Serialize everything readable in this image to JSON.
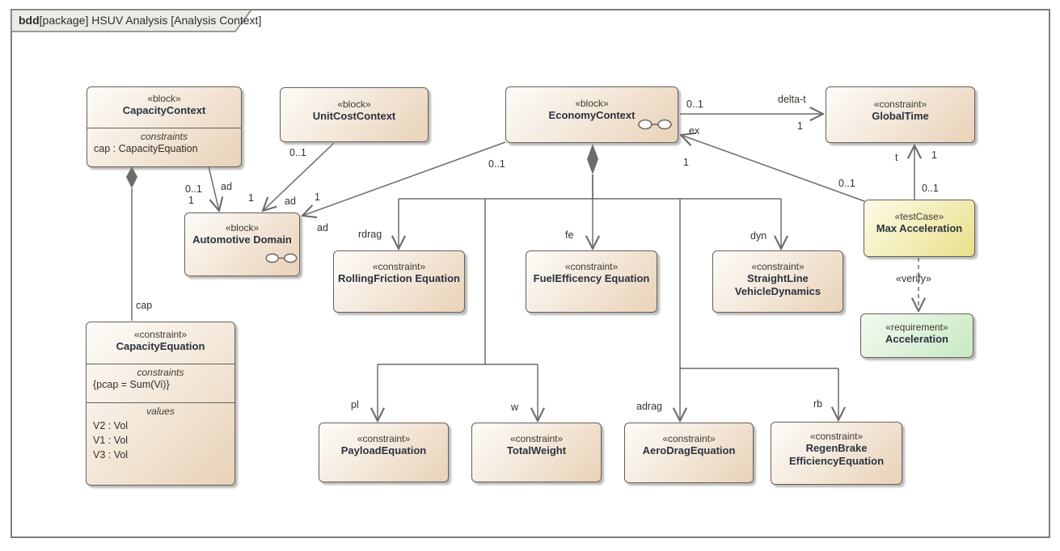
{
  "frame": {
    "keyword": "bdd",
    "title": "[package] HSUV Analysis [Analysis Context]"
  },
  "nodes": {
    "capacity_context": {
      "stereotype": "«block»",
      "name": "CapacityContext",
      "compartment_label": "constraints",
      "item": "cap : CapacityEquation"
    },
    "unit_cost_context": {
      "stereotype": "«block»",
      "name": "UnitCostContext"
    },
    "economy_context": {
      "stereotype": "«block»",
      "name": "EconomyContext"
    },
    "global_time": {
      "stereotype": "«constraint»",
      "name": "GlobalTime"
    },
    "automotive_domain": {
      "stereotype": "«block»",
      "name": "Automotive Domain"
    },
    "rolling_friction": {
      "stereotype": "«constraint»",
      "name": "RollingFriction Equation"
    },
    "fuel_efficency": {
      "stereotype": "«constraint»",
      "name": "FuelEfficency Equation"
    },
    "straight_line": {
      "stereotype": "«constraint»",
      "name": "StraightLine\nVehicleDynamics"
    },
    "max_acceleration": {
      "stereotype": "«testCase»",
      "name": "Max Acceleration"
    },
    "acceleration": {
      "stereotype": "«requirement»",
      "name": "Acceleration"
    },
    "capacity_equation": {
      "stereotype": "«constraint»",
      "name": "CapacityEquation",
      "constraints_label": "constraints",
      "constraint_expr": "{pcap = Sum(Vi)}",
      "values_label": "values",
      "values": [
        "V2 : Vol",
        "V1 : Vol",
        "V3 : Vol"
      ]
    },
    "payload_equation": {
      "stereotype": "«constraint»",
      "name": "PayloadEquation"
    },
    "total_weight": {
      "stereotype": "«constraint»",
      "name": "TotalWeight"
    },
    "aero_drag": {
      "stereotype": "«constraint»",
      "name": "AeroDragEquation"
    },
    "regen_brake": {
      "stereotype": "«constraint»",
      "name": "RegenBrake\nEfficiencyEquation"
    }
  },
  "labels": {
    "capctx_ad_mult_src": "0..1",
    "capctx_ad_mult_tgt": "1",
    "capctx_ad_role": "ad",
    "unitcost_mult_src": "0..1",
    "unitcost_ad_mult": "1",
    "unitcost_ad_role": "ad",
    "economy_ad_mult_src": "0..1",
    "economy_ad_mult": "1",
    "economy_ad_role": "ad",
    "globaltime_mult_src": "0..1",
    "globaltime_role": "delta-t",
    "globaltime_mult": "1",
    "ex_role": "ex",
    "ex_mult": "1",
    "ex_mult_src": "0..1",
    "t_role": "t",
    "t_mult": "1",
    "t_mult_src": "0..1",
    "verify": "«verify»",
    "cap_role": "cap",
    "rdrag": "rdrag",
    "fe": "fe",
    "dyn": "dyn",
    "pl": "pl",
    "w": "w",
    "adrag": "adrag",
    "rb": "rb"
  },
  "colors": {
    "block_fill_start": "#fdfcf9",
    "block_fill_end": "#e9d2b8",
    "testcase_fill_start": "#fdfbe9",
    "testcase_fill_end": "#e9e08a",
    "requirement_fill_start": "#f3faf0",
    "requirement_fill_end": "#c8e9c2",
    "border": "#64615c",
    "line": "#6e6c68",
    "name_color": "#2b3340",
    "label_color": "#33312b"
  }
}
